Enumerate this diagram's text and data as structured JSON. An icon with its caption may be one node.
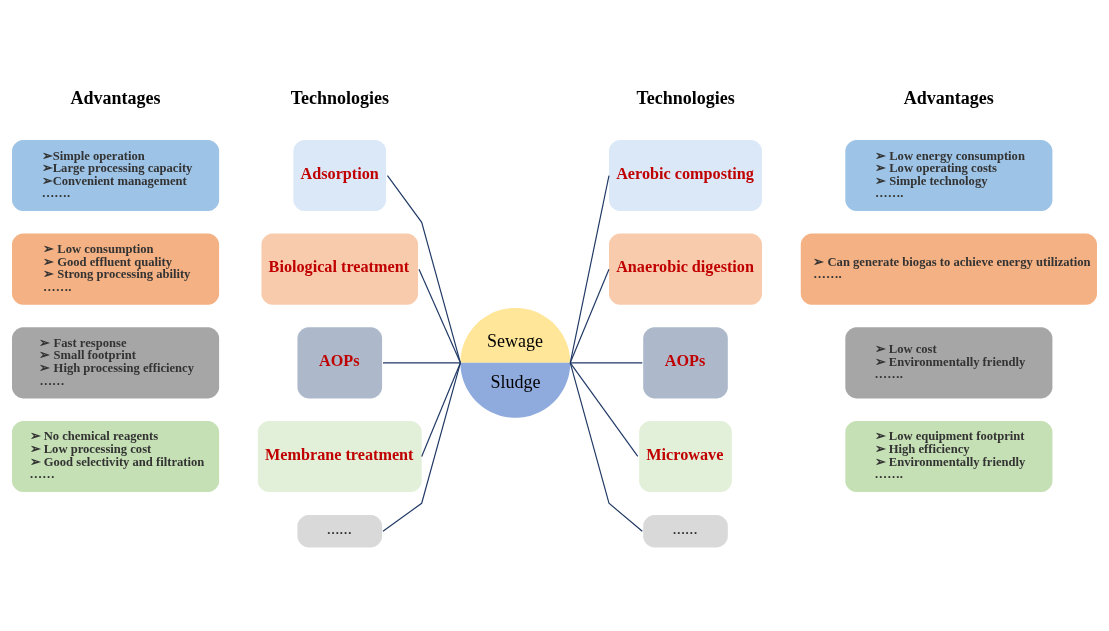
{
  "diagram": {
    "nodes": [
      {
        "text": [
          "➢Simple operation",
          "➢Large processing capacity",
          "➢Convenient management",
          "……."
        ]
      },
      {
        "text": [
          "Adsorption"
        ]
      },
      {
        "text": [
          "➢ Low consumption",
          "➢ Good effluent quality",
          "➢ Strong processing ability",
          "……."
        ]
      },
      {
        "text": [
          "Biological treatment"
        ]
      },
      {
        "text": [
          "➢ Fast response",
          "➢ Small footprint",
          "➢ High processing efficiency",
          "……"
        ]
      },
      {
        "text": [
          "AOPs"
        ]
      },
      {
        "text": [
          "➢ No chemical reagents",
          "➢ Low processing cost",
          "➢ Good selectivity and filtration",
          "……"
        ]
      },
      {
        "text": [
          "Membrane treatment"
        ]
      },
      {
        "text": [
          "……"
        ]
      },
      {
        "text": [
          "Sewage",
          "Sludge"
        ]
      },
      {
        "text": [
          "Aerobic composting"
        ]
      },
      {
        "text": [
          "➢ Low energy consumption",
          "➢ Low operating costs",
          "➢ Simple technology",
          "……."
        ]
      },
      {
        "text": [
          "Anaerobic digestion"
        ]
      },
      {
        "text": [
          "➢ Can generate biogas to achieve energy utilization",
          "……."
        ]
      },
      {
        "text": [
          "AOPs"
        ]
      },
      {
        "text": [
          "➢ Low cost",
          "➢ Environmentally friendly",
          "……."
        ]
      },
      {
        "text": [
          "Microwave"
        ]
      },
      {
        "text": [
          "➢ Low equipment footprint",
          "➢ High efficiency",
          "➢ Environmentally friendly",
          "……."
        ]
      },
      {
        "text": [
          "……"
        ]
      }
    ],
    "edges": [
      {
        "from": 1,
        "to": 9,
        "arrow": "none"
      },
      {
        "from": 3,
        "to": 9,
        "arrow": "none"
      },
      {
        "from": 5,
        "to": 9,
        "arrow": "none"
      },
      {
        "from": 7,
        "to": 9,
        "arrow": "none"
      },
      {
        "from": 8,
        "to": 9,
        "arrow": "none"
      },
      {
        "from": 9,
        "to": 10,
        "arrow": "none"
      },
      {
        "from": 9,
        "to": 12,
        "arrow": "none"
      },
      {
        "from": 9,
        "to": 14,
        "arrow": "none"
      },
      {
        "from": 9,
        "to": 16,
        "arrow": "none"
      },
      {
        "from": 9,
        "to": 18,
        "arrow": "none"
      }
    ],
    "labels": [
      "Advantages",
      "Technologies",
      "Technologies",
      "Advantages"
    ]
  }
}
